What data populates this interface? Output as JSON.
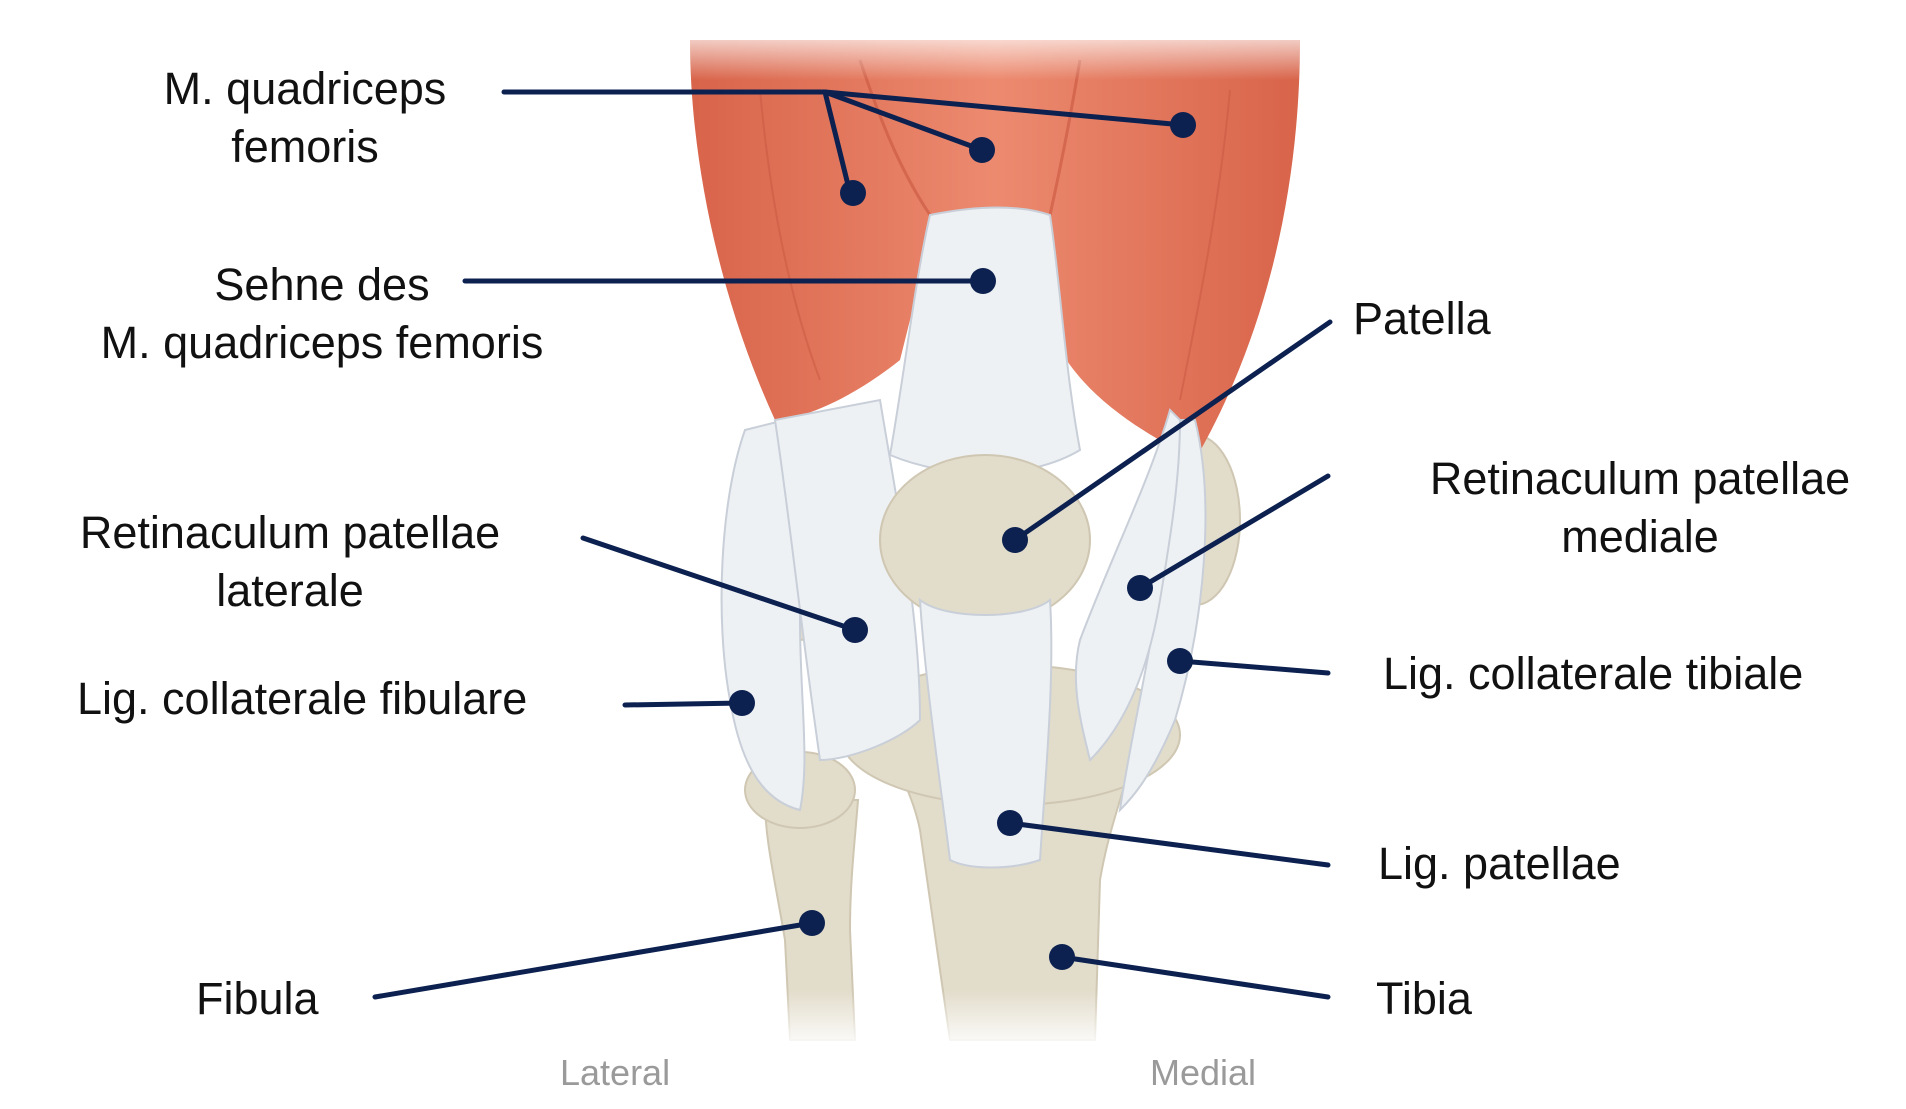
{
  "labels": {
    "quadriceps": {
      "line1": "M. quadriceps",
      "line2": "femoris"
    },
    "sehne": {
      "line1": "Sehne des",
      "line2": "M. quadriceps femoris"
    },
    "patella": "Patella",
    "ret_lateral": {
      "line1": "Retinaculum patellae",
      "line2": "laterale"
    },
    "ret_medial": {
      "line1": "Retinaculum patellae",
      "line2": "mediale"
    },
    "lig_fibulare": "Lig. collaterale fibulare",
    "lig_tibiale": "Lig. collaterale tibiale",
    "lig_patellae": "Lig. patellae",
    "fibula": "Fibula",
    "tibia": "Tibia"
  },
  "orientation": {
    "lateral": "Lateral",
    "medial": "Medial"
  },
  "colors": {
    "muscle": "#df7458",
    "muscle_light": "#f0a68d",
    "tendon": "#eef1f4",
    "bone": "#e2dccb",
    "leader": "#0c2150",
    "text": "#111111",
    "orientation_text": "#9a9a9a"
  }
}
